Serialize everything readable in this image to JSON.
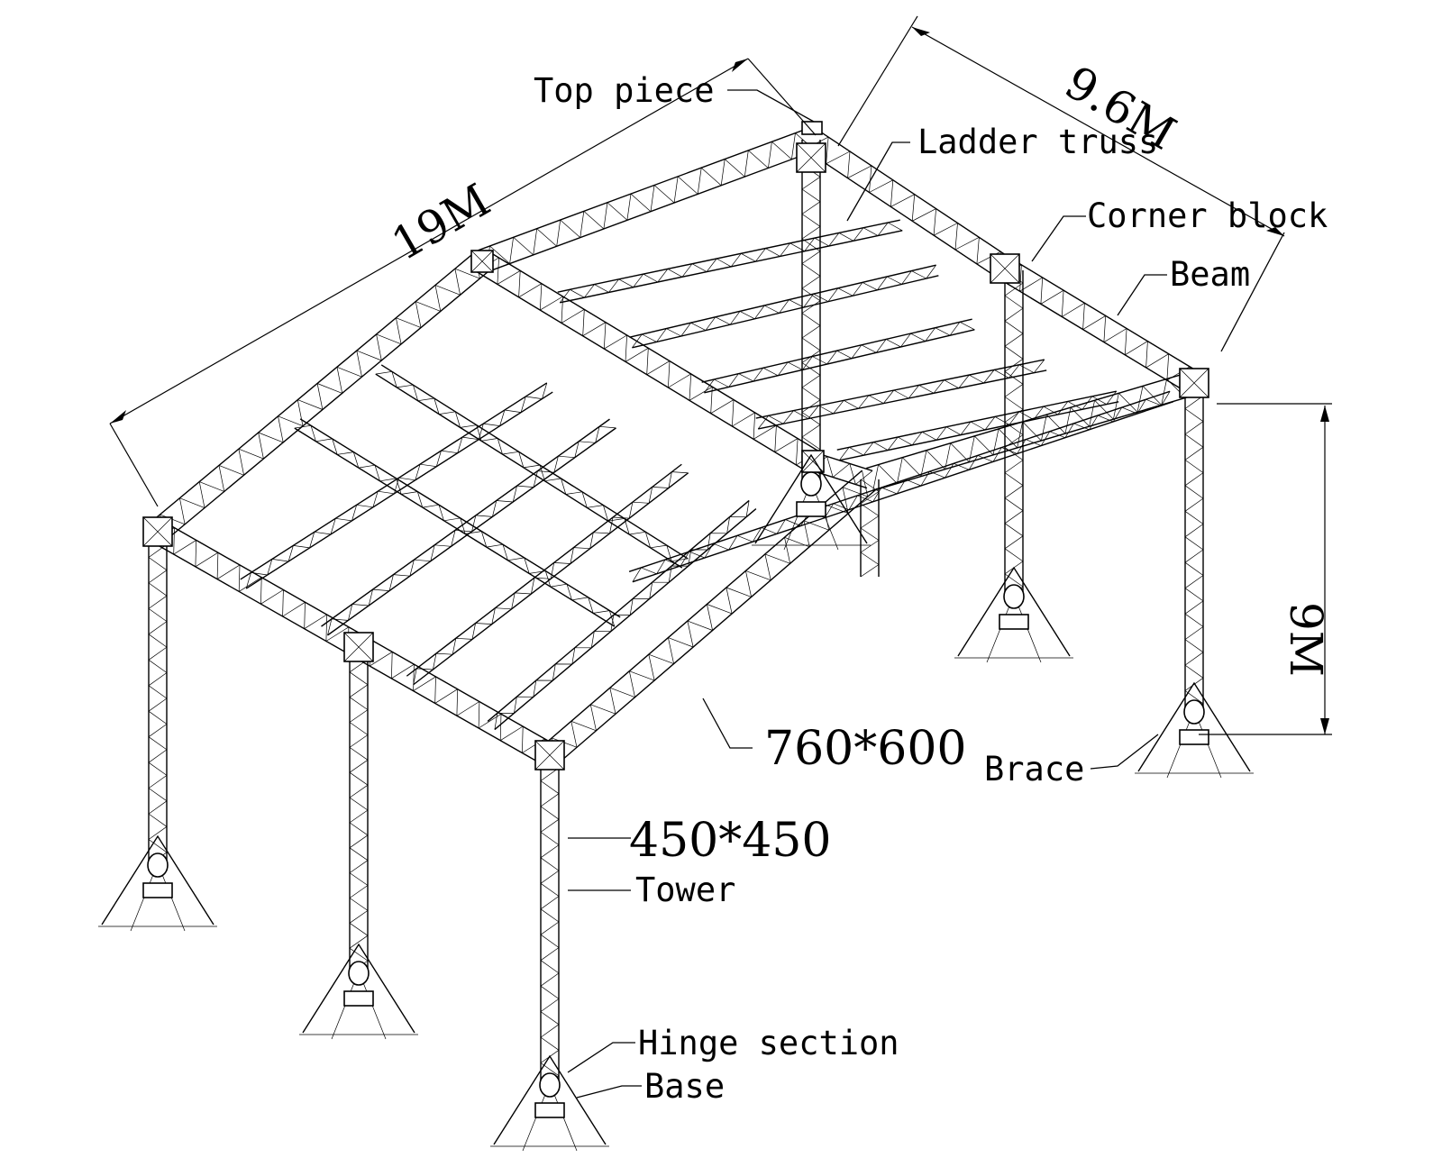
{
  "labels": {
    "top_piece": "Top piece",
    "ladder_truss": "Ladder truss",
    "corner_block": "Corner block",
    "beam": "Beam",
    "beam_size": "760*600",
    "tower_size": "450*450",
    "tower": "Tower",
    "brace": "Brace",
    "hinge_section": "Hinge section",
    "base": "Base"
  },
  "dimensions": {
    "length": "19M",
    "width": "9.6M",
    "height": "9M"
  },
  "colors": {
    "line": "#000000",
    "background": "#ffffff"
  }
}
